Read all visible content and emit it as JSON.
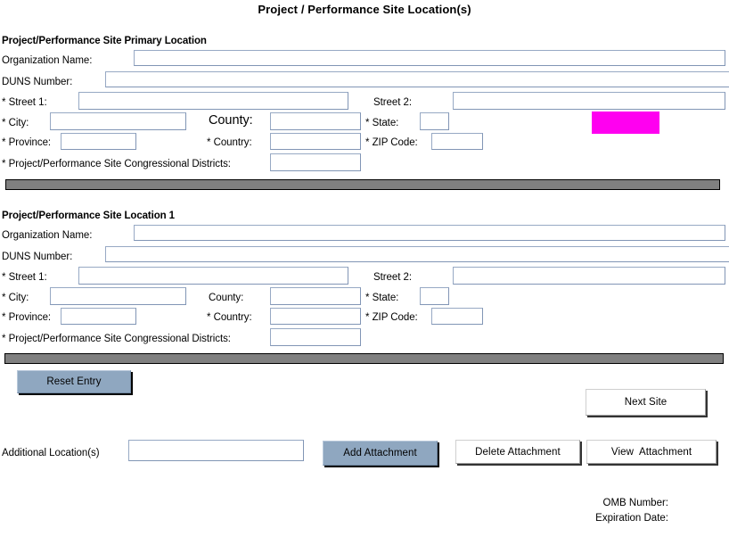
{
  "page": {
    "title": "Project / Performance Site Location(s)"
  },
  "primary_section": {
    "heading": "Project/Performance Site Primary Location",
    "fields": {
      "organization_name_label": "Organization Name:",
      "organization_name_value": "",
      "duns_number_label": "DUNS Number:",
      "duns_number_value": "",
      "street1_label": "* Street 1:",
      "street1_value": "",
      "street2_label": "Street 2:",
      "street2_value": "",
      "city_label": "* City:",
      "city_value": "",
      "county_label": "County:",
      "county_value": "",
      "state_label": "* State:",
      "state_value": "",
      "province_label": "* Province:",
      "province_value": "",
      "country_label": "* Country:",
      "country_value": "",
      "zip_label": "* ZIP Code:",
      "zip_value": "",
      "districts_label": "* Project/Performance Site Congressional Districts:",
      "districts_value": ""
    },
    "highlight_color": "#ff00f0"
  },
  "location1_section": {
    "heading": "Project/Performance Site Location 1",
    "fields": {
      "organization_name_label": "Organization Name:",
      "organization_name_value": "",
      "duns_number_label": "DUNS Number:",
      "duns_number_value": "",
      "street1_label": "* Street 1:",
      "street1_value": "",
      "street2_label": "Street 2:",
      "street2_value": "",
      "city_label": "* City:",
      "city_value": "",
      "county_label": "County:",
      "county_value": "",
      "state_label": "* State:",
      "state_value": "",
      "province_label": "* Province:",
      "province_value": "",
      "country_label": "* Country:",
      "country_value": "",
      "zip_label": "* ZIP Code:",
      "zip_value": "",
      "districts_label": "* Project/Performance Site Congressional Districts:",
      "districts_value": ""
    }
  },
  "actions": {
    "reset_entry_label": "Reset Entry",
    "next_site_label": "Next Site",
    "additional_locations_label": "Additional Location(s)",
    "additional_locations_value": "",
    "add_attachment_label": "Add Attachment",
    "delete_attachment_label": "Delete Attachment",
    "view_attachment_label": "View  Attachment"
  },
  "footer": {
    "omb_number_label": "OMB Number:",
    "expiration_date_label": "Expiration Date:"
  }
}
